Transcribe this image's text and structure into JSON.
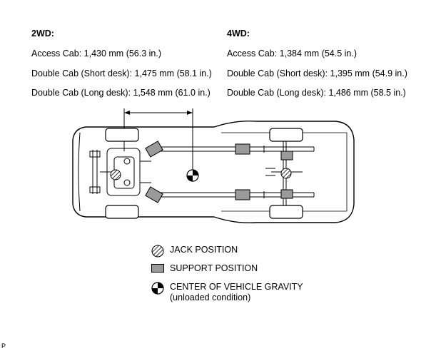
{
  "specs": {
    "twowd": {
      "title": "2WD:",
      "lines": [
        "Access Cab: 1,430 mm (56.3 in.)",
        "Double Cab (Short desk): 1,475 mm (58.1 in.)",
        "Double Cab (Long desk): 1,548 mm (61.0 in.)"
      ]
    },
    "fourwd": {
      "title": "4WD:",
      "lines": [
        "Access Cab: 1,384 mm (54.5 in.)",
        "Double Cab (Short desk): 1,395 mm (54.9 in.)",
        "Double Cab (Long desk): 1,486 mm (58.5 in.)"
      ]
    }
  },
  "legend": {
    "jack": "JACK POSITION",
    "support": "SUPPORT POSITION",
    "gravity": "CENTER OF VEHICLE GRAVITY",
    "gravity_sub": "(unloaded condition)"
  },
  "corner_mark": "P",
  "colors": {
    "line": "#000000",
    "support_fill": "#9a9a9a",
    "frame_fill": "#d8d8d8"
  }
}
